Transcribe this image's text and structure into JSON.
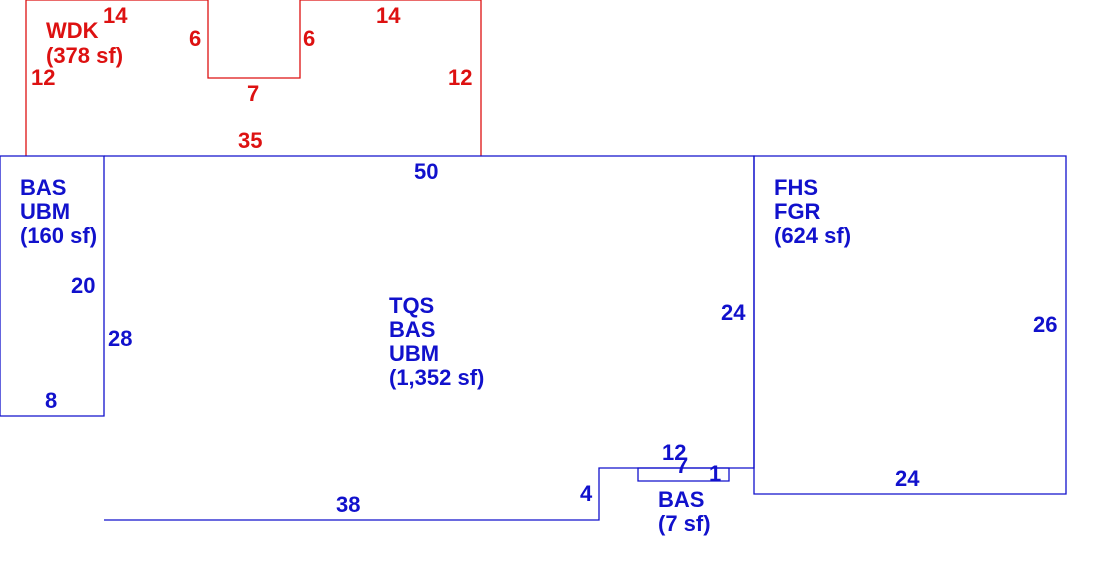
{
  "colors": {
    "deck": "#dd1111",
    "building": "#1111cc"
  },
  "areas": {
    "wdk": {
      "code": "WDK",
      "area": "(378 sf)"
    },
    "bas_left": {
      "code1": "BAS",
      "code2": "UBM",
      "area": "(160 sf)"
    },
    "main": {
      "code1": "TQS",
      "code2": "BAS",
      "code3": "UBM",
      "area": "(1,352 sf)"
    },
    "fhs": {
      "code1": "FHS",
      "code2": "FGR",
      "area": "(624 sf)"
    },
    "bas_small": {
      "code": "BAS",
      "area": "(7 sf)"
    }
  },
  "dimensions": {
    "wdk_top_left": "14",
    "wdk_notch_left": "6",
    "wdk_notch_right": "6",
    "wdk_top_right": "14",
    "wdk_left": "12",
    "wdk_notch_bottom": "7",
    "wdk_right": "12",
    "wdk_bottom": "35",
    "main_top": "50",
    "left_wing_inner": "20",
    "left_wing_height": "28",
    "left_wing_bottom": "8",
    "main_right": "24",
    "fhs_right": "26",
    "fhs_bottom": "24",
    "main_bottom": "38",
    "step_height": "4",
    "step_top": "12",
    "small_width": "7",
    "small_height": "1"
  }
}
